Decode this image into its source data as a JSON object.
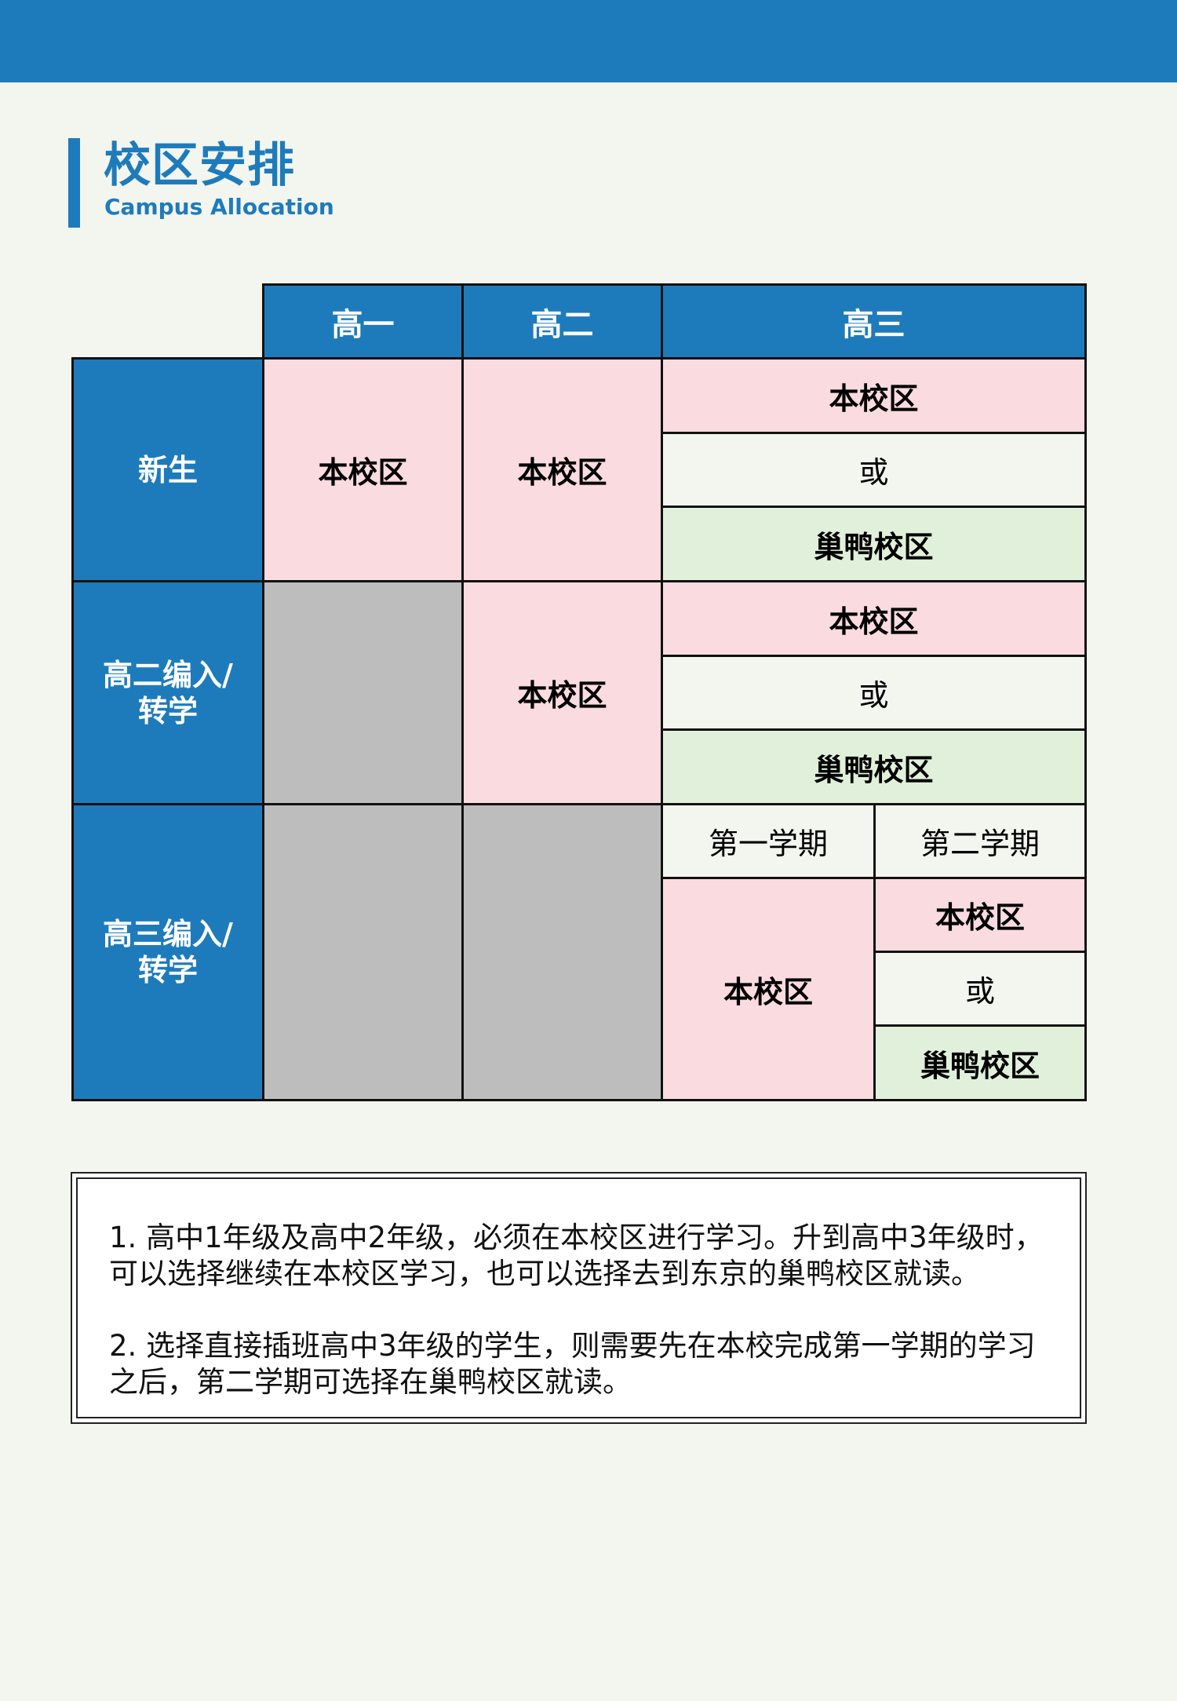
{
  "page": {
    "title": "校区安排",
    "subtitle": "Campus Allocation",
    "colors": {
      "accent": "#1e7bbb",
      "background": "#f3f5ef",
      "main_campus": "#f9dbe0",
      "sugamo_campus": "#e1f0da",
      "not_applicable": "#bdbdbd"
    }
  },
  "table": {
    "columns": [
      "高一",
      "高二",
      "高三"
    ],
    "rows": [
      {
        "label": "新生",
        "grade1": "本校区",
        "grade2": "本校区",
        "grade3": {
          "option_a": "本校区",
          "or": "或",
          "option_b": "巢鸭校区"
        }
      },
      {
        "label_line1": "高二编入/",
        "label_line2": "转学",
        "grade1": "",
        "grade2": "本校区",
        "grade3": {
          "option_a": "本校区",
          "or": "或",
          "option_b": "巢鸭校区"
        }
      },
      {
        "label_line1": "高三编入/",
        "label_line2": "转学",
        "grade1": "",
        "grade2": "",
        "grade3": {
          "term1_label": "第一学期",
          "term2_label": "第二学期",
          "term1": "本校区",
          "term2": {
            "option_a": "本校区",
            "or": "或",
            "option_b": "巢鸭校区"
          }
        }
      }
    ]
  },
  "notes": [
    "1. 高中1年级及高中2年级，必须在本校区进行学习。升到高中3年级时，可以选择继续在本校区学习，也可以选择去到东京的巢鸭校区就读。",
    "2. 选择直接插班高中3年级的学生，则需要先在本校完成第一学期的学习之后，第二学期可选择在巢鸭校区就读。"
  ]
}
